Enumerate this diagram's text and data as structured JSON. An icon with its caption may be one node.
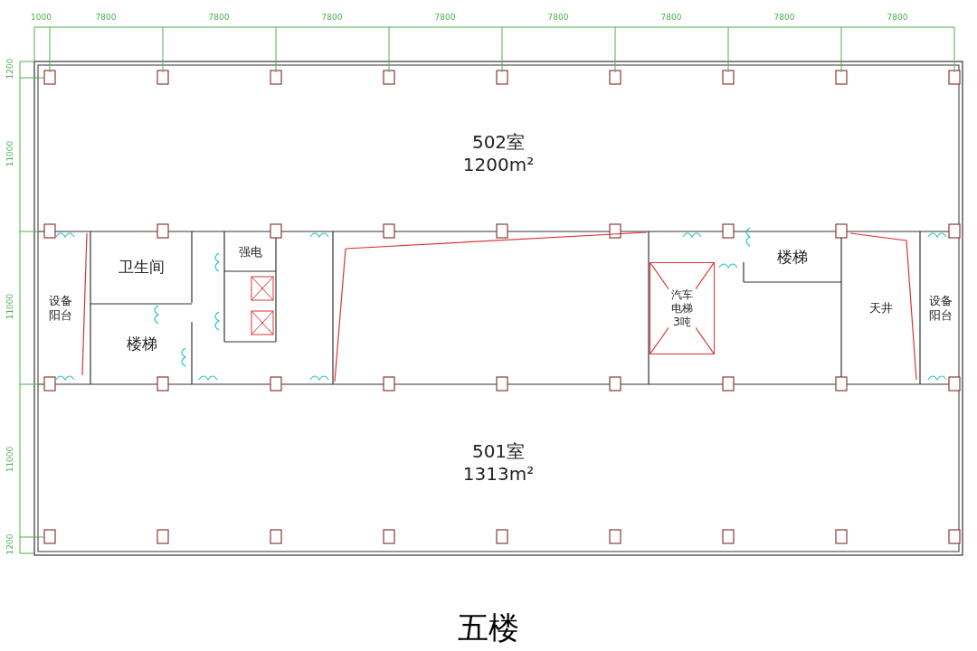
{
  "diagram": {
    "title": "五楼",
    "nodes": [
      {
        "text": [
          "502室",
          "1200m²"
        ]
      },
      {
        "text": [
          "设备阳台"
        ]
      },
      {
        "text": [
          "卫生间"
        ]
      },
      {
        "text": [
          "楼梯"
        ]
      },
      {
        "text": [
          "强电"
        ]
      },
      {
        "text": [
          "汽车电梯3吨"
        ]
      },
      {
        "text": [
          "楼梯"
        ]
      },
      {
        "text": [
          "天井"
        ]
      },
      {
        "text": [
          "设备阳台"
        ]
      },
      {
        "text": [
          "501室",
          "1313m²"
        ]
      }
    ],
    "labels": [
      "1000",
      "7800",
      "7800",
      "7800",
      "7800",
      "7800",
      "7800",
      "7800",
      "7800",
      "1200",
      "11000",
      "11000",
      "11000",
      "1200"
    ]
  }
}
